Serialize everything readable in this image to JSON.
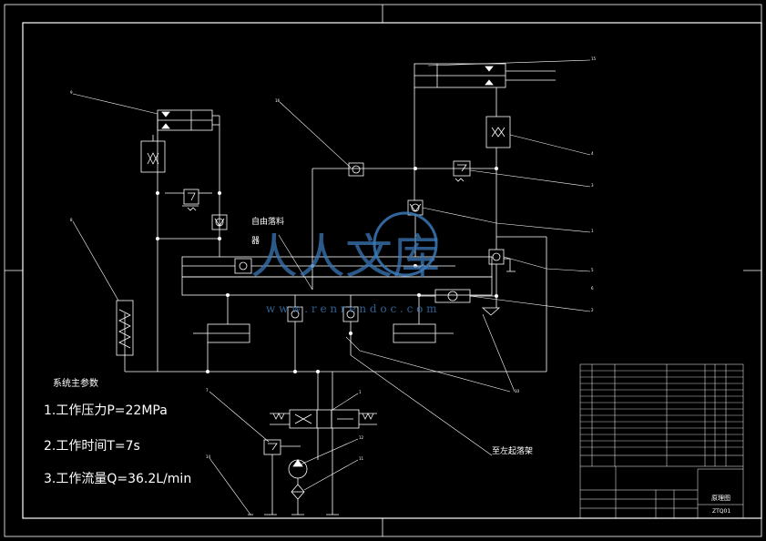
{
  "params": {
    "title": "系统主参数",
    "lines": [
      "1.工作压力P=22MPa",
      "2.工作时间T=7s",
      "3.工作流量Q=36.2L/min"
    ]
  },
  "labels": {
    "self_relief": "自由落料",
    "self_relief_2": "器",
    "to_actuator": "至左起落架"
  },
  "watermark": {
    "text": "人人文库",
    "url": "w w w . r e n r e n d o c . c o m"
  },
  "leaders": {
    "n9": "9",
    "n8": "8",
    "n16": "16",
    "n15": "15",
    "n4": "4",
    "n3": "3",
    "n1": "1",
    "n2": "2",
    "n5": "5",
    "n6": "6",
    "n7": "7",
    "n12": "12",
    "n11": "11",
    "n14": "14",
    "n10": "10",
    "nR1": "1"
  },
  "title_block": {
    "name": "原理图",
    "code": "ZTQ01"
  },
  "colors": {
    "line": "#ffffff",
    "background": "#000000",
    "watermark": "#3a79b8"
  }
}
